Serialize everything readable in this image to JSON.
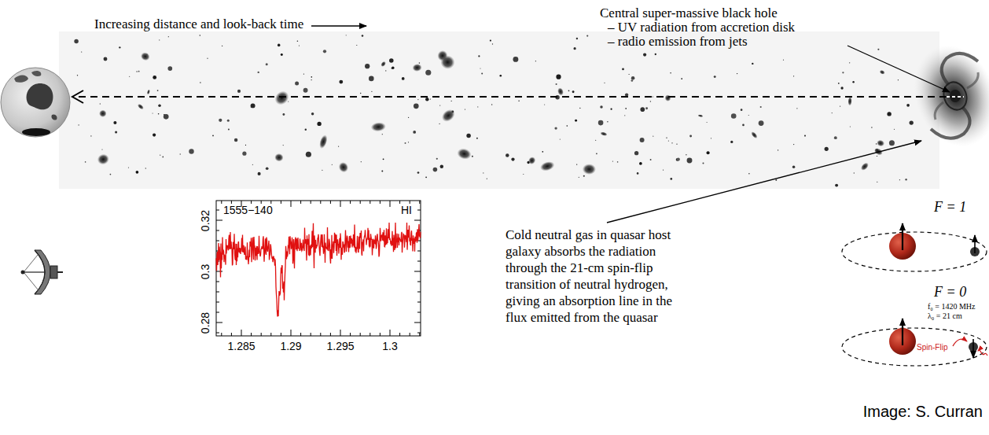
{
  "diagram": {
    "labels": [
      "Increasing distance and look-back time",
      "Central super-massive black hole",
      "– UV radiation from accretion disk",
      "– radio emission from jets",
      "Cold neutral gas in quasar host galaxy absorbs the radiation through the 21-cm spin-flip transition of neutral hydrogen, giving an absorption line in the flux emitted from the quasar",
      "1555−140",
      "HI",
      "0.32",
      "0.3",
      "0.28",
      "1.285",
      "1.29",
      "1.295",
      "1.3",
      "F = 1",
      "F = 0",
      "f₀ = 1420 MHz",
      "λ₀ = 21 cm",
      "Spin-Flip",
      "Image: S. Curran"
    ]
  }
}
